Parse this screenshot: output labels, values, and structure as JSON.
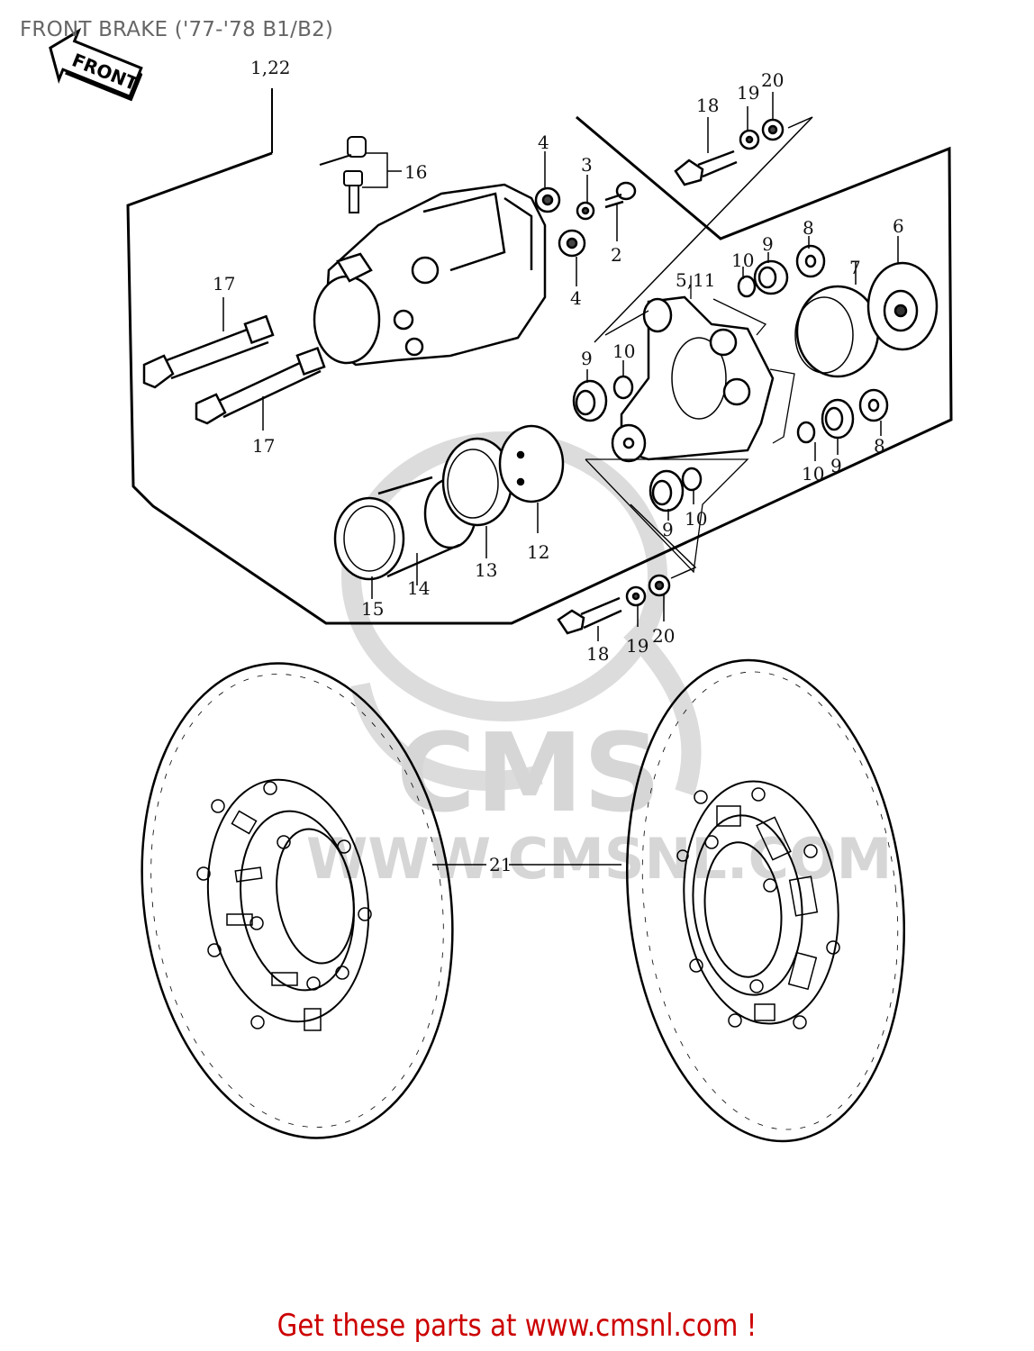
{
  "title": "FRONT BRAKE ('77-'78 B1/B2)",
  "front_arrow": {
    "label": "FRONT",
    "icon": "front-direction-arrow-icon"
  },
  "watermark": {
    "logo_text": "CMS",
    "url_text": "WWW.CMSNL.COM",
    "color": "#d6d6d6"
  },
  "callouts": [
    {
      "id": "c1_22",
      "text": "1,22",
      "part": "caliper assembly"
    },
    {
      "id": "c16",
      "text": "16",
      "part": "bleeder valve & cap"
    },
    {
      "id": "c4a",
      "text": "4",
      "part": "nut"
    },
    {
      "id": "c3",
      "text": "3",
      "part": "washer"
    },
    {
      "id": "c2",
      "text": "2",
      "part": "bolt"
    },
    {
      "id": "c4b",
      "text": "4",
      "part": "nut"
    },
    {
      "id": "c18a",
      "text": "18",
      "part": "bolt"
    },
    {
      "id": "c19a",
      "text": "19",
      "part": "lock washer"
    },
    {
      "id": "c20a",
      "text": "20",
      "part": "washer"
    },
    {
      "id": "c17a",
      "text": "17",
      "part": "shaft bolt"
    },
    {
      "id": "c17b",
      "text": "17",
      "part": "shaft bolt"
    },
    {
      "id": "c5_11",
      "text": "5,11",
      "part": "caliper holder"
    },
    {
      "id": "c10a",
      "text": "10",
      "part": "o-ring"
    },
    {
      "id": "c9a",
      "text": "9",
      "part": "boot"
    },
    {
      "id": "c8a",
      "text": "8",
      "part": "bushing"
    },
    {
      "id": "c7",
      "text": "7",
      "part": "pad"
    },
    {
      "id": "c6",
      "text": "6",
      "part": "pad"
    },
    {
      "id": "c9b",
      "text": "9",
      "part": "boot"
    },
    {
      "id": "c10b",
      "text": "10",
      "part": "o-ring"
    },
    {
      "id": "c10c",
      "text": "10",
      "part": "o-ring"
    },
    {
      "id": "c9c",
      "text": "9",
      "part": "boot"
    },
    {
      "id": "c8b",
      "text": "8",
      "part": "bushing"
    },
    {
      "id": "c9d",
      "text": "9",
      "part": "boot"
    },
    {
      "id": "c10d",
      "text": "10",
      "part": "o-ring"
    },
    {
      "id": "c12",
      "text": "12",
      "part": "piston"
    },
    {
      "id": "c13",
      "text": "13",
      "part": "seal"
    },
    {
      "id": "c14",
      "text": "14",
      "part": "dust seal"
    },
    {
      "id": "c15",
      "text": "15",
      "part": "ring"
    },
    {
      "id": "c18b",
      "text": "18",
      "part": "bolt"
    },
    {
      "id": "c19b",
      "text": "19",
      "part": "lock washer"
    },
    {
      "id": "c20b",
      "text": "20",
      "part": "washer"
    },
    {
      "id": "c21",
      "text": "21",
      "part": "brake disc"
    }
  ],
  "footer": {
    "text": "Get these parts at www.cmsnl.com !",
    "color": "#cc0000"
  }
}
